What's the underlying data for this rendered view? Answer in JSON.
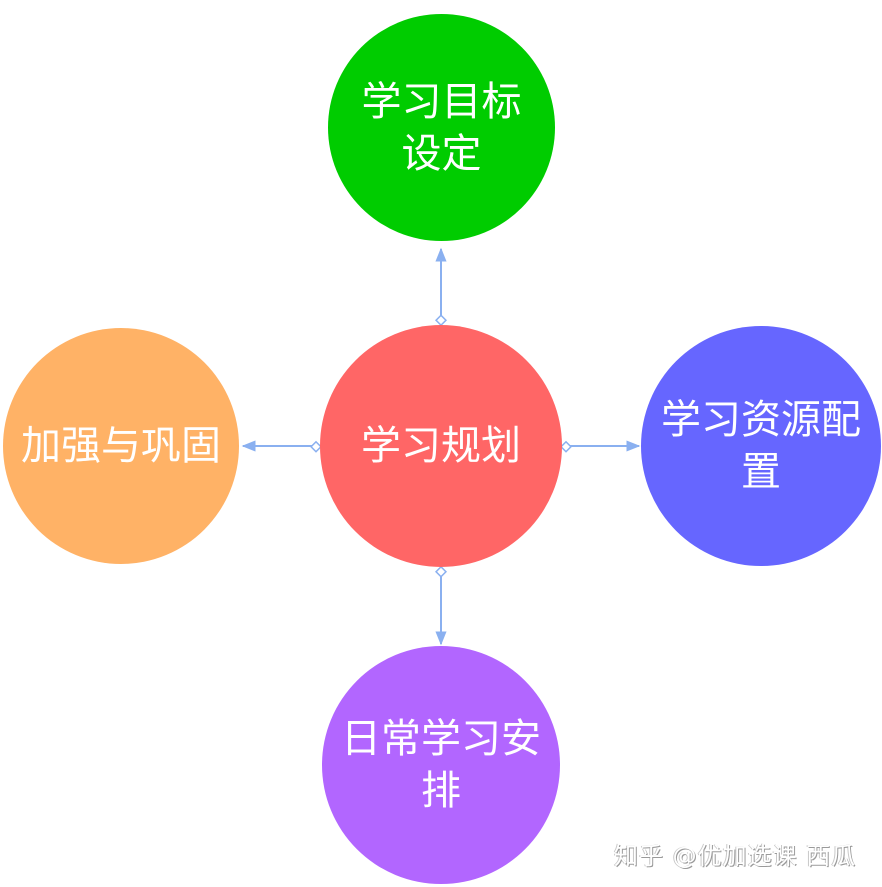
{
  "diagram": {
    "type": "hub-and-spoke",
    "center": {
      "label": "学习规划",
      "color": "#FF6666"
    },
    "nodes": [
      {
        "id": "top",
        "label": "学习目标设定",
        "color": "#00CC00"
      },
      {
        "id": "right",
        "label": "学习资源配置",
        "color": "#6666FF"
      },
      {
        "id": "bottom",
        "label": "日常学习安排",
        "color": "#B266FF"
      },
      {
        "id": "left",
        "label": "加强与巩固",
        "color": "#FFB266"
      }
    ],
    "connector_color": "#8AB0F0"
  },
  "watermark": "知乎 @优加选课 西瓜"
}
